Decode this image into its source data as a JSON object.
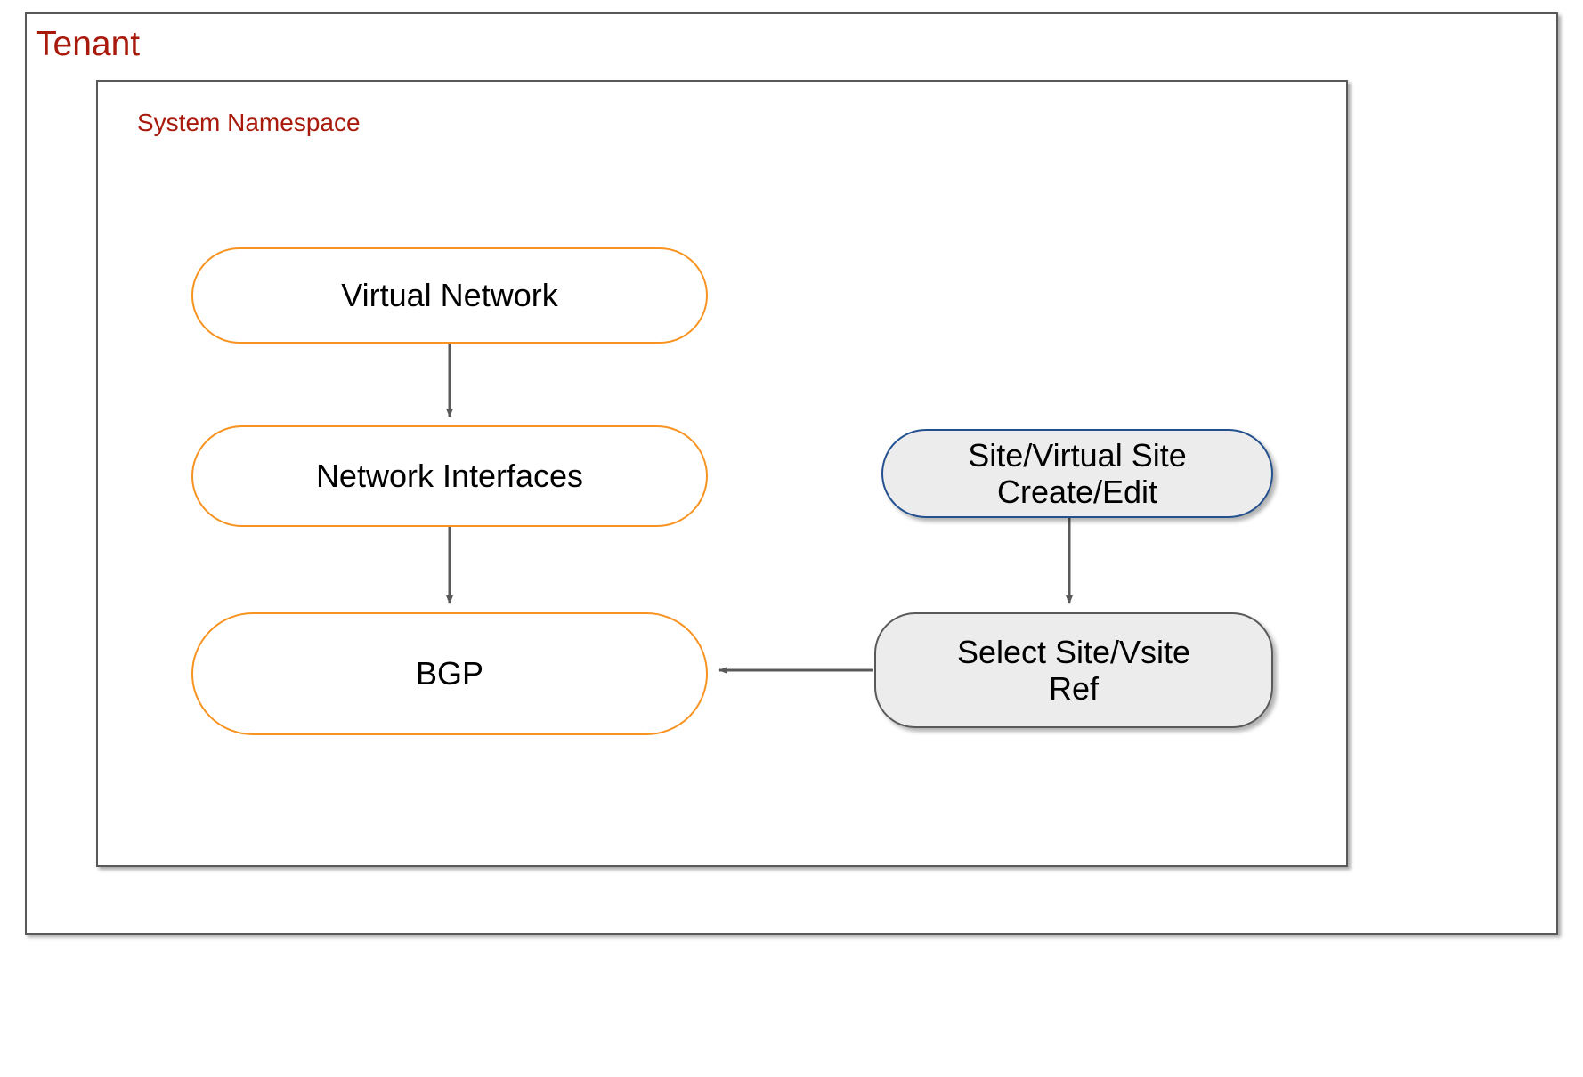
{
  "diagram": {
    "title_label": "Tenant",
    "containers": [
      {
        "id": "tenant",
        "label": "Tenant",
        "label_color": "#A81B0C",
        "border_color": "#595959"
      },
      {
        "id": "system-namespace",
        "label": "System Namespace",
        "label_color": "#A81B0C",
        "border_color": "#595959"
      }
    ],
    "nodes": {
      "virtual_network": {
        "label": "Virtual Network",
        "border_color": "#F79421",
        "fill_color": "#FFFFFF",
        "shape": "rounded-rect"
      },
      "network_interfaces": {
        "label": "Network Interfaces",
        "border_color": "#F79421",
        "fill_color": "#FFFFFF",
        "shape": "rounded-rect"
      },
      "bgp": {
        "label": "BGP",
        "border_color": "#F79421",
        "fill_color": "#FFFFFF",
        "shape": "rounded-rect"
      },
      "site_create_edit": {
        "label": "Site/Virtual Site\nCreate/Edit",
        "border_color": "#23508E",
        "fill_color": "#ECECEC",
        "shape": "stadium"
      },
      "select_site_ref": {
        "label": "Select Site/Vsite\nRef",
        "border_color": "#595959",
        "fill_color": "#ECECEC",
        "shape": "rounded-rect"
      }
    },
    "edges": [
      {
        "from": "virtual_network",
        "to": "network_interfaces",
        "direction": "down",
        "color": "#595959"
      },
      {
        "from": "network_interfaces",
        "to": "bgp",
        "direction": "down",
        "color": "#595959"
      },
      {
        "from": "site_create_edit",
        "to": "select_site_ref",
        "direction": "down",
        "color": "#595959"
      },
      {
        "from": "select_site_ref",
        "to": "bgp",
        "direction": "left",
        "color": "#595959"
      }
    ],
    "colors": {
      "accent_orange": "#F79421",
      "accent_blue": "#23508E",
      "label_red": "#A81B0C",
      "line_gray": "#595959",
      "node_gray_fill": "#ECECEC"
    }
  }
}
